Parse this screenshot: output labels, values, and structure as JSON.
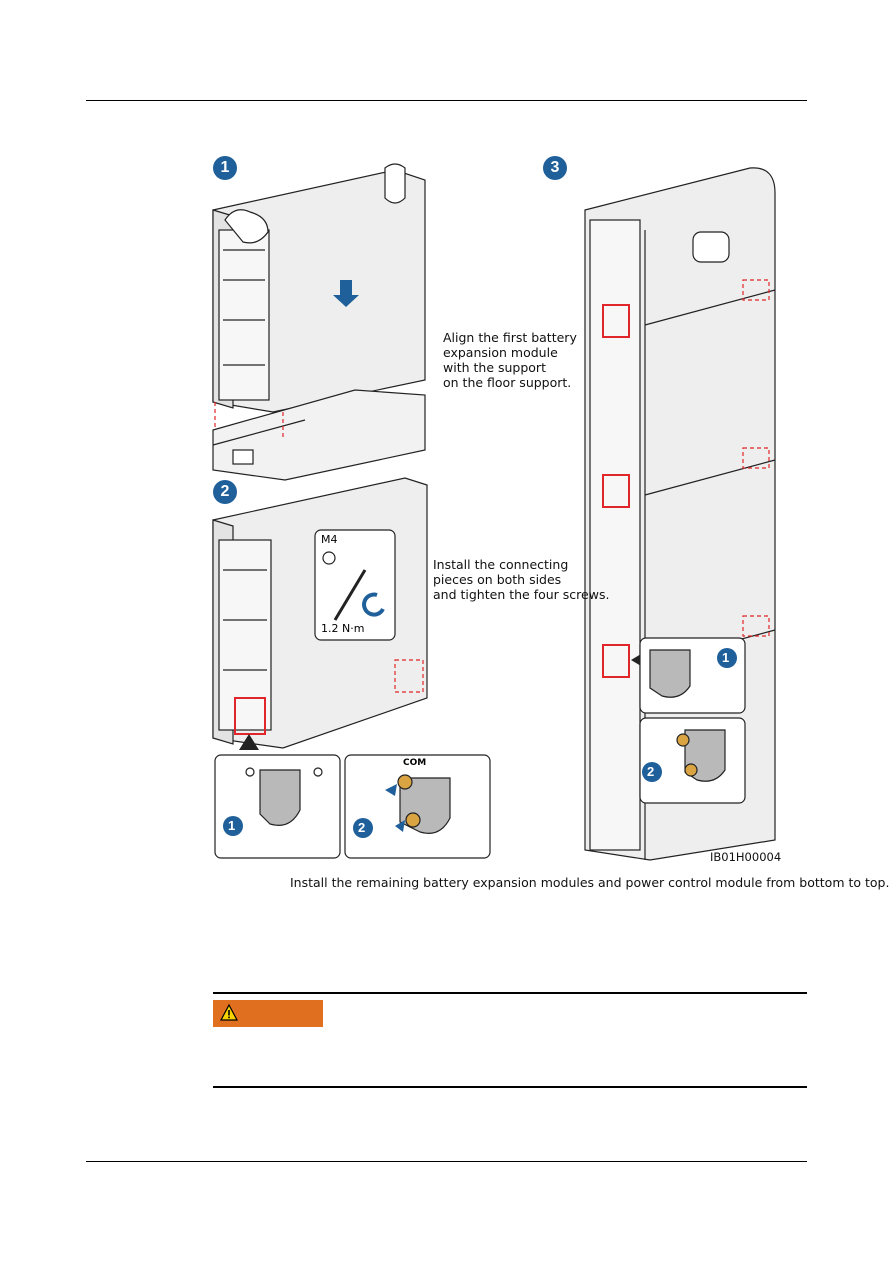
{
  "figure": {
    "steps": [
      "1",
      "2",
      "3"
    ],
    "callout_align": "Align the first battery\nexpansion module\nwith the support\n on the floor support.",
    "callout_install": "Install the connecting\npieces on both sides\nand tighten the four screws.",
    "tool": {
      "screw_size": "M4",
      "torque": "1.2 N·m"
    },
    "com_label": "COM",
    "detail_steps": [
      "1",
      "2"
    ],
    "figure_code": "IB01H00004",
    "caption": "Install the remaining battery expansion modules and power control module from bottom to top."
  },
  "warning": {
    "label": "",
    "text": ""
  },
  "colors": {
    "badge": "#1f5f9a",
    "warning": "#e0701f",
    "highlight": "#e0262b",
    "screw": "#d9a441"
  }
}
